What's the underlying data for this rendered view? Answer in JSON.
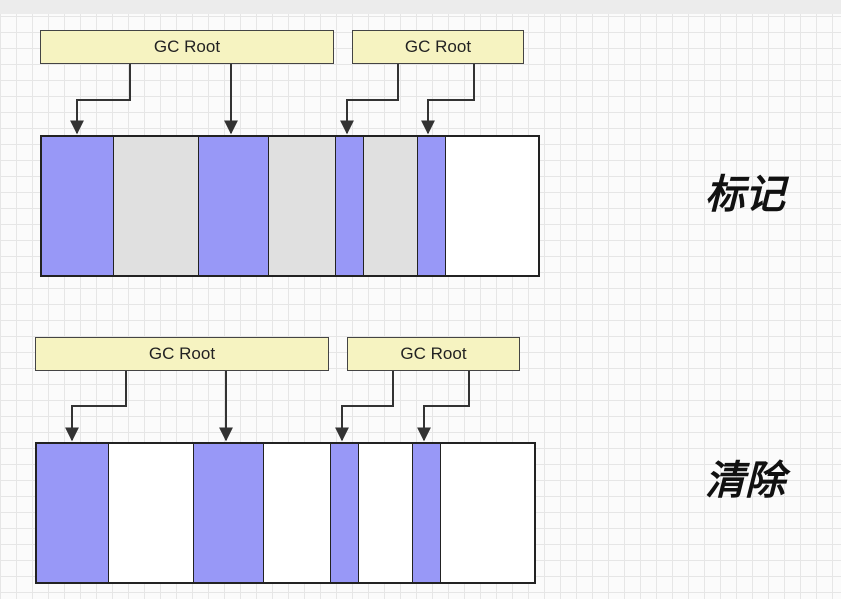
{
  "colors": {
    "reachable": "#9898f7",
    "garbage": "#e0e0e0",
    "free": "#ffffff",
    "root_fill": "#f6f3c1"
  },
  "panels": [
    {
      "stage_label": "标记",
      "roots": [
        "GC Root",
        "GC Root"
      ],
      "cells": [
        "reachable",
        "garbage",
        "reachable",
        "garbage",
        "reachable",
        "garbage",
        "reachable",
        "free"
      ]
    },
    {
      "stage_label": "清除",
      "roots": [
        "GC Root",
        "GC Root"
      ],
      "cells": [
        "reachable",
        "free",
        "reachable",
        "free",
        "reachable",
        "free",
        "reachable",
        "free"
      ]
    }
  ]
}
